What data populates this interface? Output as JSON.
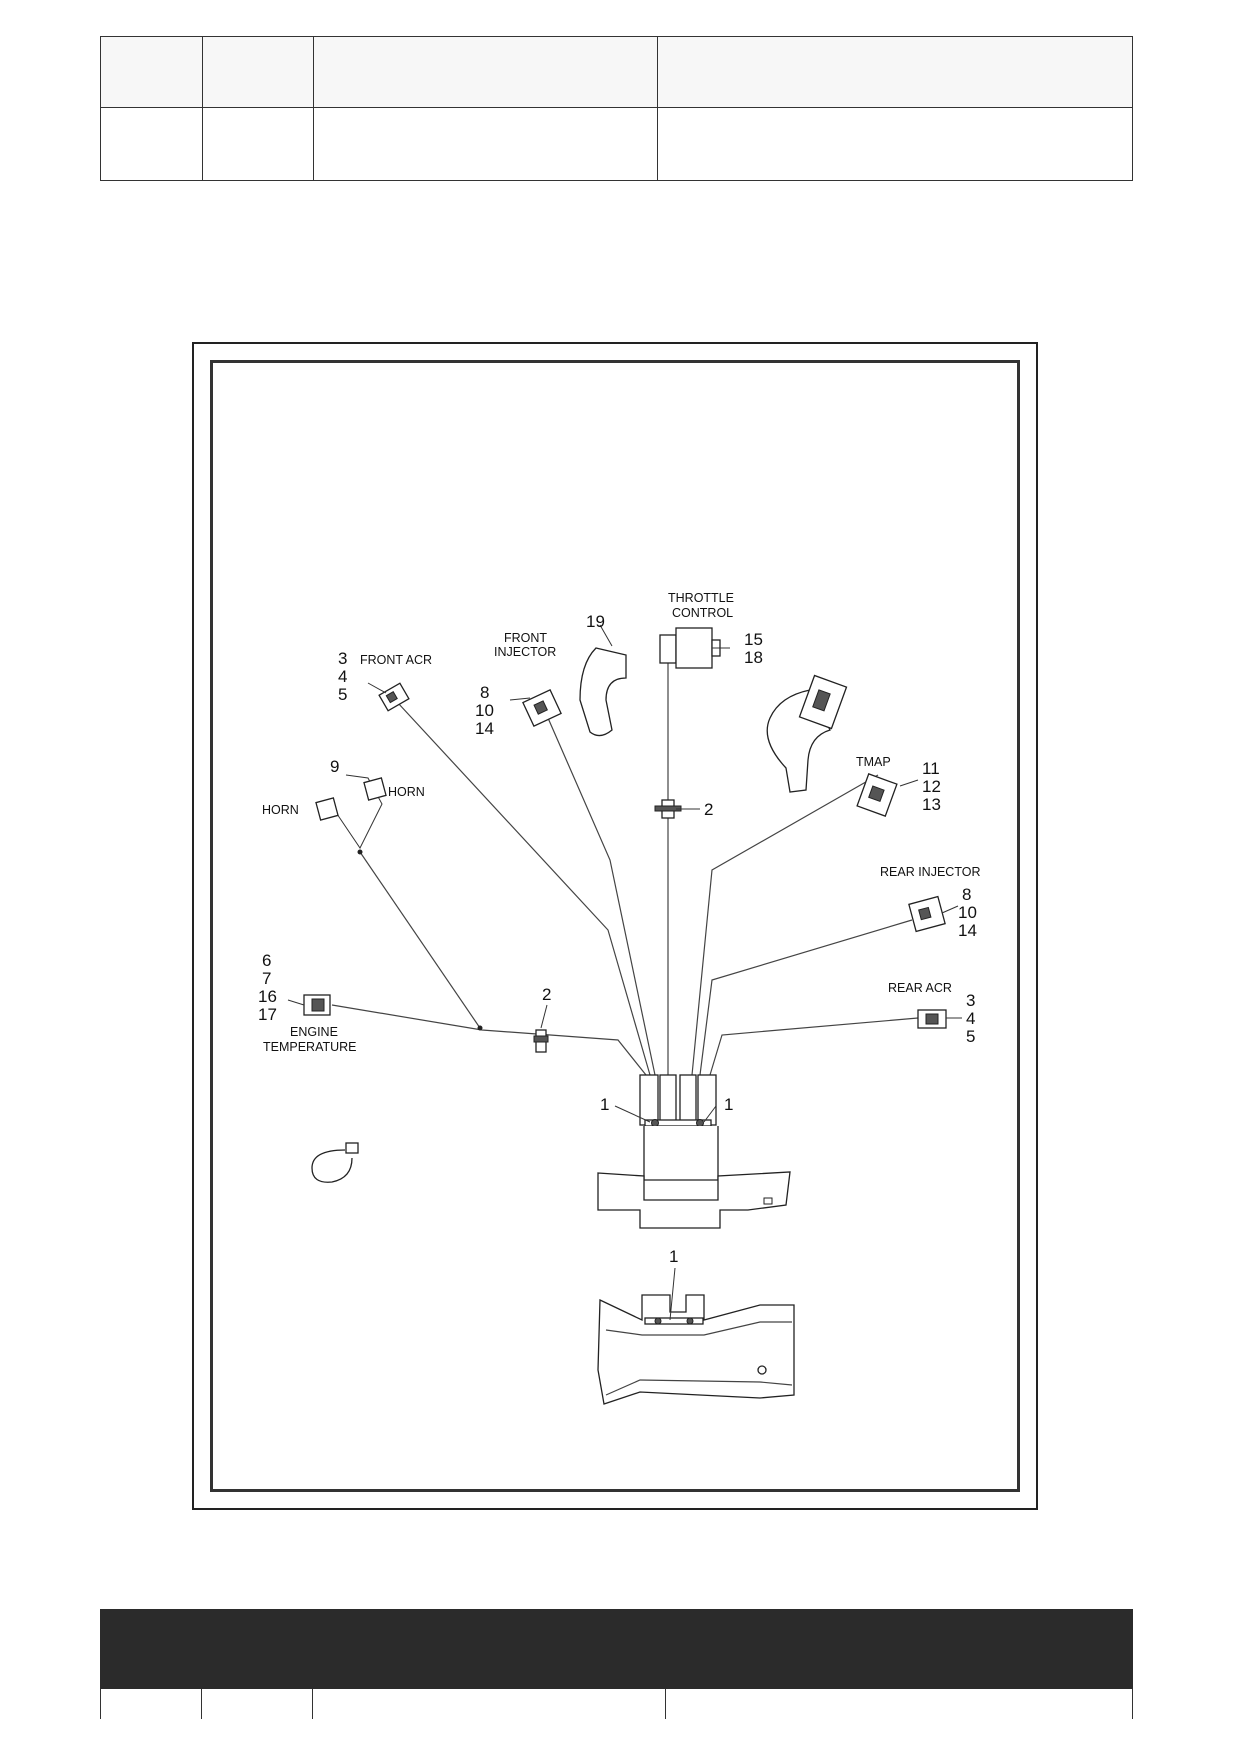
{
  "callouts": {
    "c1a": "1",
    "c1b": "1",
    "c1c": "1",
    "c2a": "2",
    "c2b": "2",
    "c3a": "3",
    "c4a": "4",
    "c5a": "5",
    "c3b": "3",
    "c4b": "4",
    "c5b": "5",
    "c6": "6",
    "c7": "7",
    "c16": "16",
    "c17": "17",
    "c8a": "8",
    "c10a": "10",
    "c14a": "14",
    "c8b": "8",
    "c10b": "10",
    "c14b": "14",
    "c9": "9",
    "c11": "11",
    "c12": "12",
    "c13": "13",
    "c15": "15",
    "c18": "18",
    "c19": "19"
  },
  "labels": {
    "front_acr": "FRONT ACR",
    "front_injector_1": "FRONT",
    "front_injector_2": "INJECTOR",
    "throttle_1": "THROTTLE",
    "throttle_2": "CONTROL",
    "horn_left": "HORN",
    "horn_right": "HORN",
    "tmap": "TMAP",
    "rear_injector": "REAR INJECTOR",
    "rear_acr": "REAR ACR",
    "engine_temp_1": "ENGINE",
    "engine_temp_2": "TEMPERATURE"
  }
}
